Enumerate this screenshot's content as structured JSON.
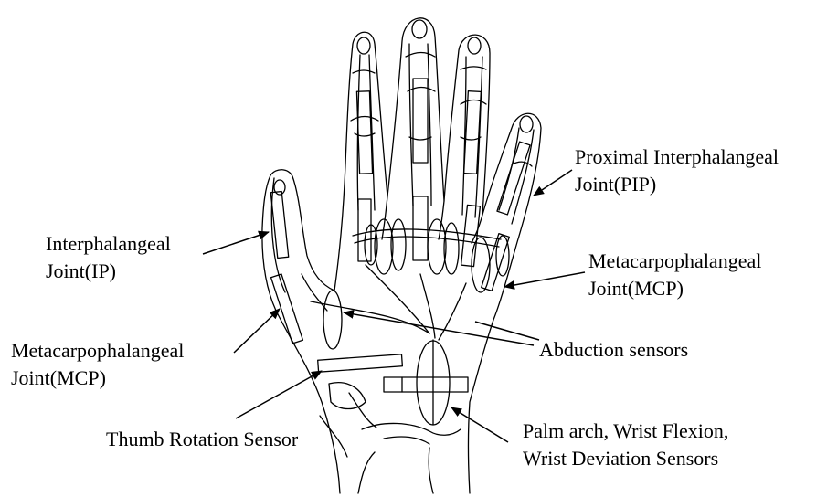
{
  "labels": {
    "pip": {
      "line1": "Proximal Interphalangeal",
      "line2": "Joint(PIP)"
    },
    "ip": {
      "line1": "Interphalangeal",
      "line2": "Joint(IP)"
    },
    "mcp_fingers": {
      "line1": "Metacarpophalangeal",
      "line2": "Joint(MCP)"
    },
    "mcp_thumb": {
      "line1": "Metacarpophalangeal",
      "line2": "Joint(MCP)"
    },
    "abduction": "Abduction sensors",
    "thumb_rotation": "Thumb Rotation Sensor",
    "palm_wrist": {
      "line1": "Palm arch, Wrist Flexion,",
      "line2": "Wrist Deviation Sensors"
    }
  }
}
